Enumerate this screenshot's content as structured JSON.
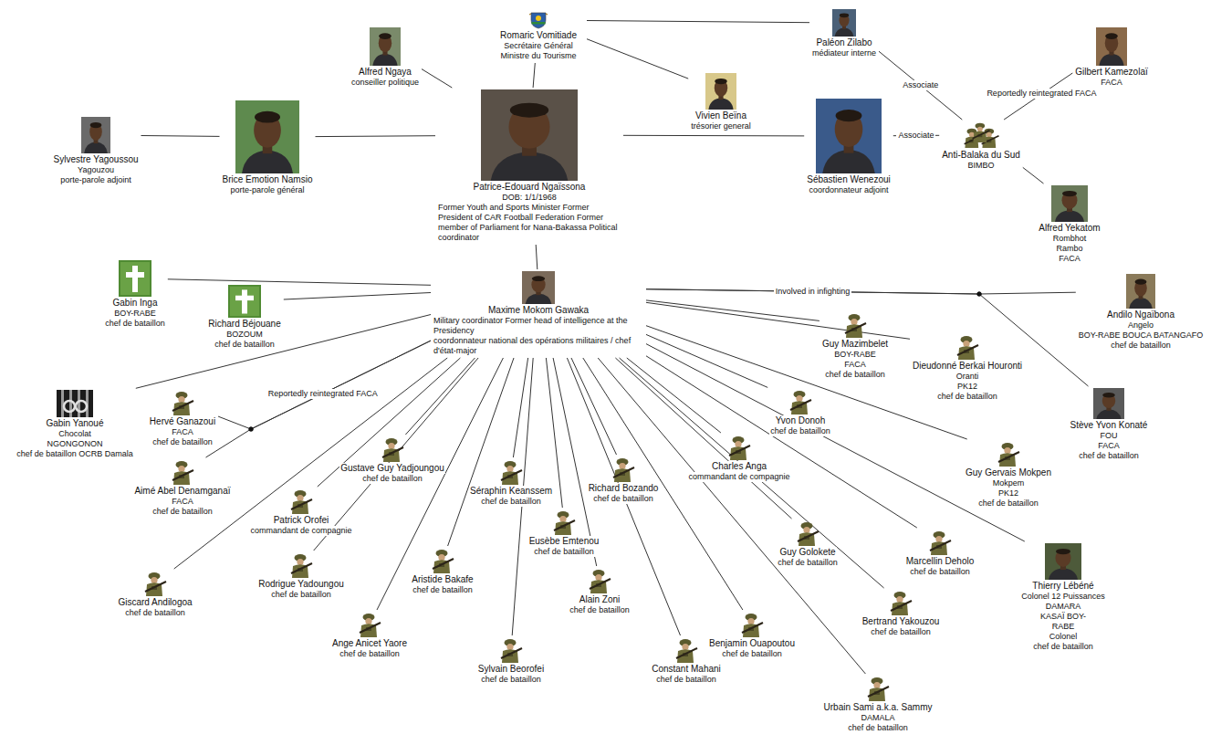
{
  "diagram": {
    "nodes": [
      {
        "text": [
          "Romaric Vomitiade",
          "Secrétaire Général Ministre du Tourisme"
        ]
      },
      {
        "text": [
          "Paléon Zilabo",
          "médiateur interne"
        ]
      },
      {
        "text": [
          "Alfred Ngaya",
          "conseiller politique"
        ]
      },
      {
        "text": [
          "Vivien Beïna",
          "trésorier general"
        ]
      },
      {
        "text": [
          "Gilbert Kamezolaï",
          "FACA"
        ]
      },
      {
        "text": [
          "Sylvestre Yagoussou",
          "Yagouzou",
          "porte-parole adjoint"
        ]
      },
      {
        "text": [
          "Brice Emotion Namsio",
          "porte-parole général"
        ]
      },
      {
        "text": [
          "Patrice-Edouard Ngaïssona",
          "DOB: 1/1/1968",
          "Former Youth and Sports Minister Former President of CAR Football Federation Former member of Parliament for Nana-Bakassa Political coordinator"
        ]
      },
      {
        "text": [
          "Sébastien Wenezoui",
          "coordonnateur adjoint"
        ]
      },
      {
        "text": [
          "Anti-Balaka du Sud",
          "BIMBO"
        ]
      },
      {
        "text": [
          "Alfred Yekatom",
          "Rombhot Rambo",
          "FACA"
        ]
      },
      {
        "text": [
          "Maxime Mokom Gawaka",
          "Military coordinator Former head of intelligence at the Presidency",
          "coordonnateur national des opérations militaires / chef d'état-major"
        ]
      },
      {
        "text": [
          "Gabin Inga",
          "BOY-RABE",
          "chef de bataillon"
        ]
      },
      {
        "text": [
          "Richard Béjouane",
          "BOZOUM",
          "chef de bataillon"
        ]
      },
      {
        "text": [
          "Gabin Yanoué",
          "Chocolat",
          "NGONGONON",
          "chef de bataillon OCRB Damala"
        ]
      },
      {
        "text": [
          "Hervé Ganazoui",
          "FACA",
          "chef de bataillon"
        ]
      },
      {
        "text": [
          "Aimé Abel Denamganaï",
          "FACA",
          "chef de bataillon"
        ]
      },
      {
        "text": [
          "Gustave Guy Yadjoungou",
          "chef de bataillon"
        ]
      },
      {
        "text": [
          "Patrick Orofei",
          "commandant de compagnie"
        ]
      },
      {
        "text": [
          "Rodrigue Yadoungou",
          "chef de bataillon"
        ]
      },
      {
        "text": [
          "Giscard Andilogoa",
          "chef de bataillon"
        ]
      },
      {
        "text": [
          "Séraphin Keanssem",
          "chef de bataillon"
        ]
      },
      {
        "text": [
          "Eusèbe Emtenou",
          "chef de bataillon"
        ]
      },
      {
        "text": [
          "Aristide Bakafe",
          "chef de bataillon"
        ]
      },
      {
        "text": [
          "Richard Bozando",
          "chef de bataillon"
        ]
      },
      {
        "text": [
          "Alain Zoni",
          "chef de bataillon"
        ]
      },
      {
        "text": [
          "Ange Anicet Yaore",
          "chef de bataillon"
        ]
      },
      {
        "text": [
          "Sylvain Beorofei",
          "chef de bataillon"
        ]
      },
      {
        "text": [
          "Constant Mahani",
          "chef de bataillon"
        ]
      },
      {
        "text": [
          "Benjamin Ouapoutou",
          "chef de bataillon"
        ]
      },
      {
        "text": [
          "Charles Anga",
          "commandant de compagnie"
        ]
      },
      {
        "text": [
          "Guy Golokete",
          "chef de bataillon"
        ]
      },
      {
        "text": [
          "Bertrand Yakouzou",
          "chef de bataillon"
        ]
      },
      {
        "text": [
          "Urbain Sami a.k.a. Sammy",
          "DAMALA",
          "chef de bataillon"
        ]
      },
      {
        "text": [
          "Yvon Donoh",
          "chef de bataillon"
        ]
      },
      {
        "text": [
          "Marcellin Deholo",
          "chef de bataillon"
        ]
      },
      {
        "text": [
          "Thierry Lébéné",
          "Colonel 12 Puissances",
          "DAMARA KASAÏ BOY-RABE",
          "Colonel",
          "chef de bataillon"
        ]
      },
      {
        "text": [
          "Guy Gervais Mokpen",
          "Mokpem",
          "PK12",
          "chef de bataillon"
        ]
      },
      {
        "text": [
          "Guy Mazimbelet",
          "BOY-RABE",
          "FACA",
          "chef de bataillon"
        ]
      },
      {
        "text": [
          "Dieudonné Berkai Houronti",
          "Oranti",
          "PK12",
          "chef de bataillon"
        ]
      },
      {
        "text": [
          "Andilo Ngaïbona",
          "Angelo",
          "BOY-RABE BOUCA BATANGAFO",
          "chef de bataillon"
        ]
      },
      {
        "text": [
          "Stève Yvon Konaté",
          "FOU",
          "FACA",
          "chef de bataillon"
        ]
      }
    ],
    "edges": [
      {
        "from": 0,
        "to": 1,
        "arrow": "none"
      },
      {
        "from": 0,
        "to": 7,
        "arrow": "none"
      },
      {
        "from": 0,
        "to": 3,
        "arrow": "none"
      },
      {
        "from": 2,
        "to": 7,
        "arrow": "none"
      },
      {
        "from": 5,
        "to": 6,
        "arrow": "none"
      },
      {
        "from": 6,
        "to": 7,
        "arrow": "none"
      },
      {
        "from": 7,
        "to": 8,
        "arrow": "none"
      },
      {
        "from": 1,
        "to": 9,
        "label": "Associate",
        "arrow": "none"
      },
      {
        "from": 8,
        "to": 9,
        "label": "Associate",
        "arrow": "none"
      },
      {
        "from": 4,
        "to": 9,
        "label": "Reportedly reintegrated FACA",
        "arrow": "none"
      },
      {
        "from": 9,
        "to": 10,
        "arrow": "none"
      },
      {
        "from": 7,
        "to": 11,
        "arrow": "none"
      },
      {
        "from": 11,
        "to": 12,
        "arrow": "none"
      },
      {
        "from": 11,
        "to": 13,
        "arrow": "none"
      },
      {
        "from": 11,
        "to": 14,
        "arrow": "none"
      },
      {
        "from": 11,
        "to": 15,
        "label": "Reportedly reintegrated FACA",
        "arrow": "none"
      },
      {
        "from": 11,
        "to": 16,
        "arrow": "none"
      },
      {
        "from": 11,
        "to": 17,
        "arrow": "none"
      },
      {
        "from": 11,
        "to": 18,
        "arrow": "none"
      },
      {
        "from": 11,
        "to": 19,
        "arrow": "none"
      },
      {
        "from": 11,
        "to": 20,
        "arrow": "none"
      },
      {
        "from": 11,
        "to": 21,
        "arrow": "none"
      },
      {
        "from": 11,
        "to": 22,
        "arrow": "none"
      },
      {
        "from": 11,
        "to": 23,
        "arrow": "none"
      },
      {
        "from": 11,
        "to": 24,
        "arrow": "none"
      },
      {
        "from": 11,
        "to": 25,
        "arrow": "none"
      },
      {
        "from": 11,
        "to": 26,
        "arrow": "none"
      },
      {
        "from": 11,
        "to": 27,
        "arrow": "none"
      },
      {
        "from": 11,
        "to": 28,
        "arrow": "none"
      },
      {
        "from": 11,
        "to": 29,
        "arrow": "none"
      },
      {
        "from": 11,
        "to": 30,
        "arrow": "none"
      },
      {
        "from": 11,
        "to": 31,
        "arrow": "none"
      },
      {
        "from": 11,
        "to": 32,
        "arrow": "none"
      },
      {
        "from": 11,
        "to": 33,
        "arrow": "none"
      },
      {
        "from": 11,
        "to": 34,
        "arrow": "none"
      },
      {
        "from": 11,
        "to": 35,
        "arrow": "none"
      },
      {
        "from": 11,
        "to": 36,
        "arrow": "none"
      },
      {
        "from": 11,
        "to": 37,
        "arrow": "none"
      },
      {
        "from": 11,
        "to": 38,
        "arrow": "none"
      },
      {
        "from": 11,
        "to": 39,
        "arrow": "none"
      },
      {
        "from": 11,
        "to": 40,
        "label": "Involved in infighting",
        "arrow": "none"
      },
      {
        "from": 11,
        "to": 41,
        "arrow": "none"
      }
    ]
  }
}
